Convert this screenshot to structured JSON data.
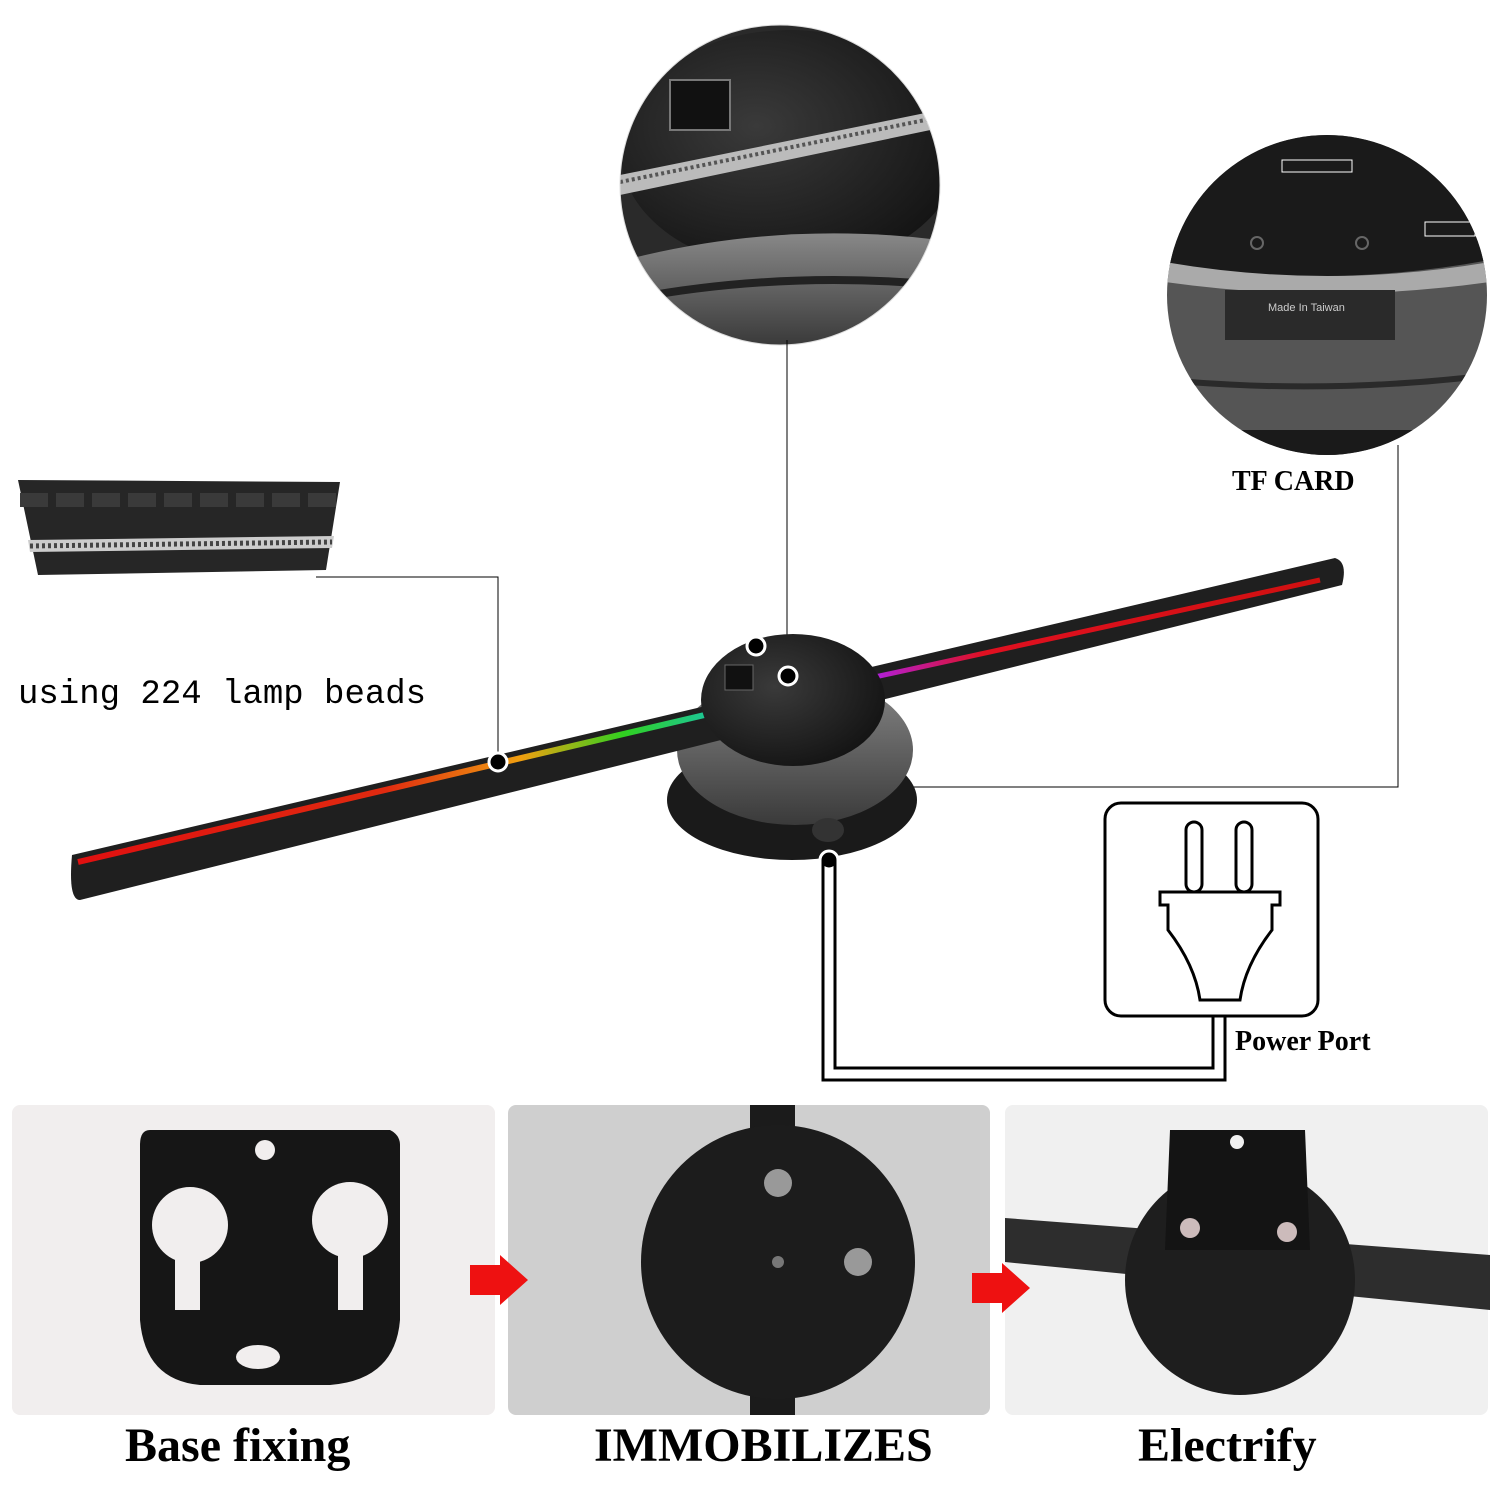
{
  "callouts": {
    "lamp_beads": "using 224 lamp beads",
    "tf_card": "TF CARD",
    "power_port": "Power Port"
  },
  "photo_text": {
    "tf_slot_marking": "Made In Taiwan"
  },
  "steps": [
    {
      "label": "Base fixing"
    },
    {
      "label": "IMMOBILIZES"
    },
    {
      "label": "Electrify"
    }
  ],
  "colors": {
    "arrow": "#ee1111",
    "device": "#1c1c1c",
    "line": "#000000"
  },
  "icons": [
    "power-plug-icon",
    "arrow-right-icon"
  ]
}
